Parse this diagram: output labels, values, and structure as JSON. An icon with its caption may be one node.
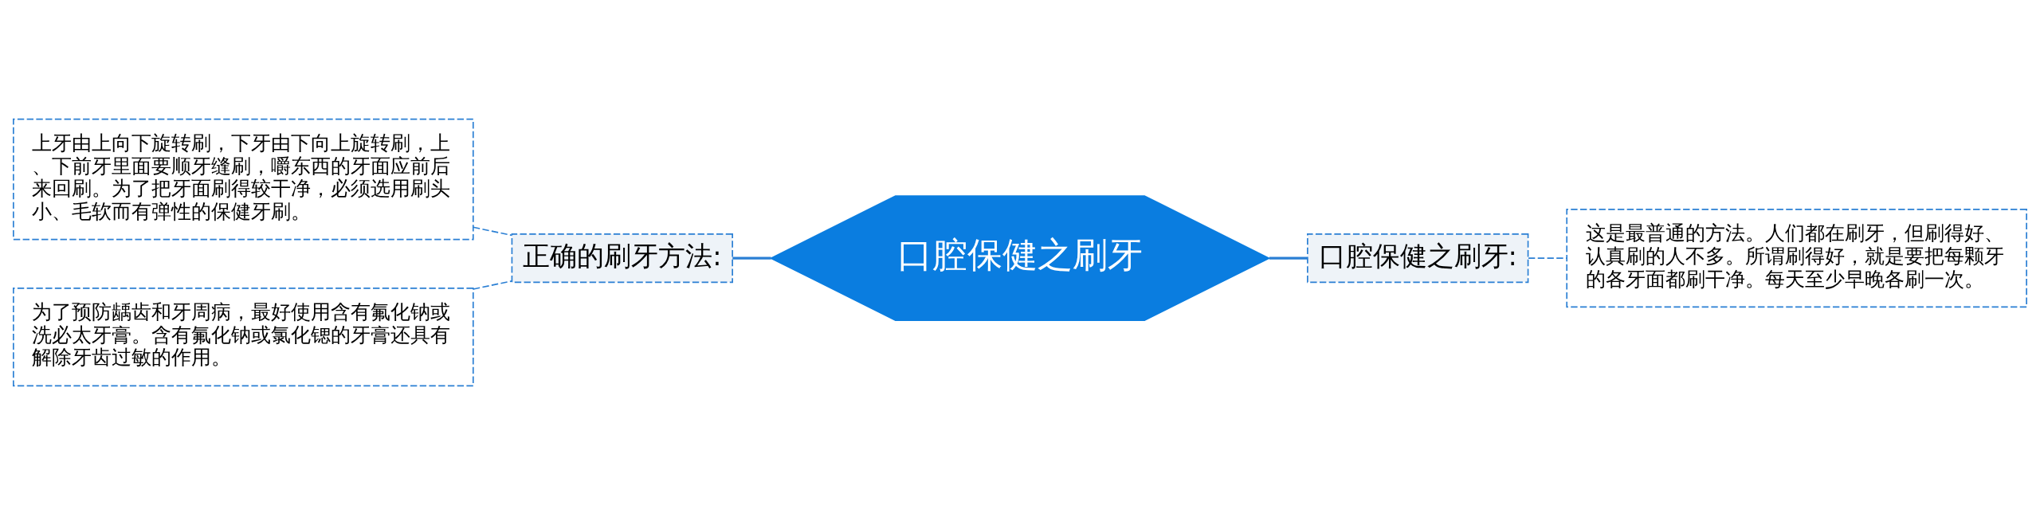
{
  "diagram": {
    "nodes": [
      {
        "text": [
          "口腔保健之刷牙"
        ]
      },
      {
        "text": [
          "正确的刷牙方法:"
        ]
      },
      {
        "text": [
          "上牙由上向下旋转刷，下牙由下向上旋转刷，上、下前牙里面要顺牙缝刷，嚼东西的牙面应前后来回刷。为了把牙面刷得较干净，必须选用刷头小、毛软而有弹性的保健牙刷。"
        ]
      },
      {
        "text": [
          "为了预防龋齿和牙周病，最好使用含有氟化钠或洗必太牙膏。含有氟化钠或氯化锶的牙膏还具有解除牙齿过敏的作用。"
        ]
      },
      {
        "text": [
          "口腔保健之刷牙:"
        ]
      },
      {
        "text": [
          "这是最普通的方法。人们都在刷牙，但刷得好、认真刷的人不多。所谓刷得好，就是要把每颗牙的各牙面都刷干净。每天至少早晚各刷一次。"
        ]
      }
    ],
    "edges": [
      {
        "from": 0,
        "to": 1,
        "arrow": "none"
      },
      {
        "from": 1,
        "to": 2,
        "arrow": "none",
        "style": "dashed"
      },
      {
        "from": 1,
        "to": 3,
        "arrow": "none",
        "style": "dashed"
      },
      {
        "from": 0,
        "to": 4,
        "arrow": "none"
      },
      {
        "from": 4,
        "to": 5,
        "arrow": "none",
        "style": "dashed"
      }
    ]
  }
}
